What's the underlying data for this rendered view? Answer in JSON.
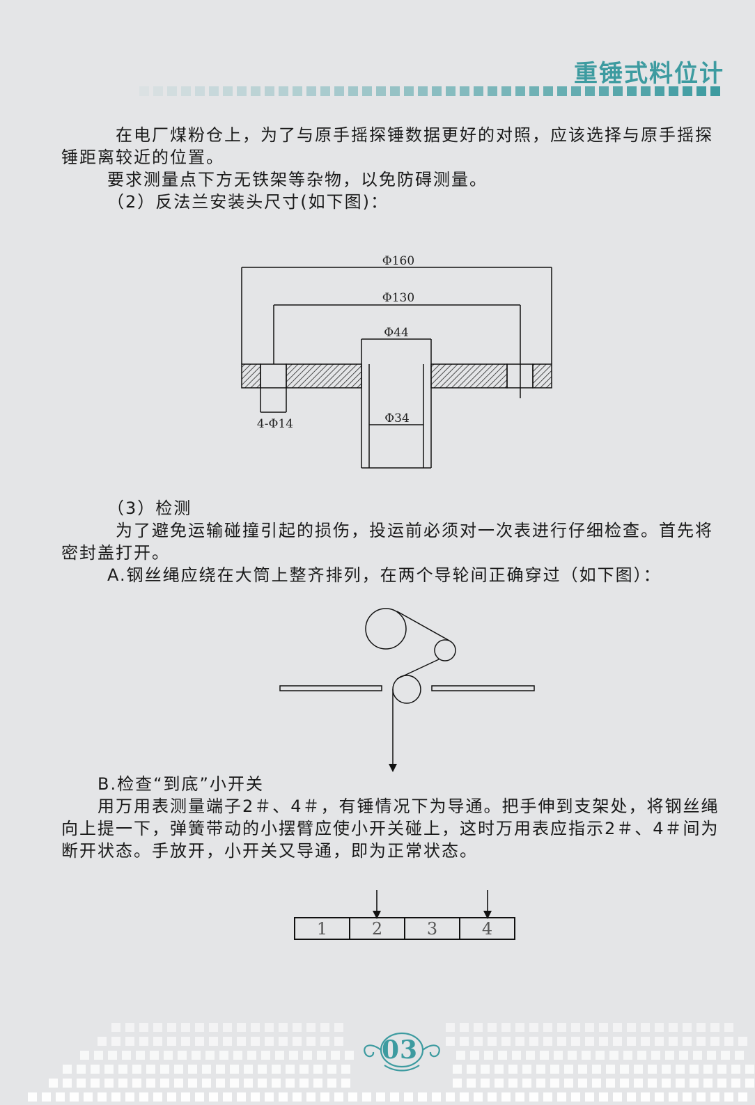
{
  "header": {
    "title": "重锤式料位计"
  },
  "paragraphs": {
    "p1": "在电厂煤粉仓上，为了与原手摇探锤数据更好的对照，应该选择与原手摇探锤距离较近的位置。",
    "p2": "要求测量点下方无铁架等杂物，以免防碍测量。",
    "p3": "（2）反法兰安装头尺寸(如下图)：",
    "p4": "（3）检测",
    "p5": "为了避免运输碰撞引起的损伤，投运前必须对一次表进行仔细检查。首先将密封盖打开。",
    "p6": "A.钢丝绳应绕在大筒上整齐排列，在两个导轮间正确穿过（如下图）：",
    "p7": "B.检查“到底”小开关",
    "p8": "用万用表测量端子2＃、4＃，有锤情况下为导通。把手伸到支架处，将钢丝绳向上提一下，弹簧带动的小摆臂应使小开关碰上，这时万用表应指示2＃、4＃间为断开状态。手放开，小开关又导通，即为正常状态。"
  },
  "flange_diagram": {
    "dim_outer": "Φ160",
    "dim_bolt_circle": "Φ130",
    "dim_neck_outer": "Φ44",
    "dim_neck_inner": "Φ34",
    "dim_holes": "4-Φ14"
  },
  "terminal_diagram": {
    "terminals": [
      "1",
      "2",
      "3",
      "4"
    ]
  },
  "footer": {
    "page_number": "03"
  },
  "colors": {
    "accent": "#3d9ba0",
    "background": "#e4e5e7"
  }
}
